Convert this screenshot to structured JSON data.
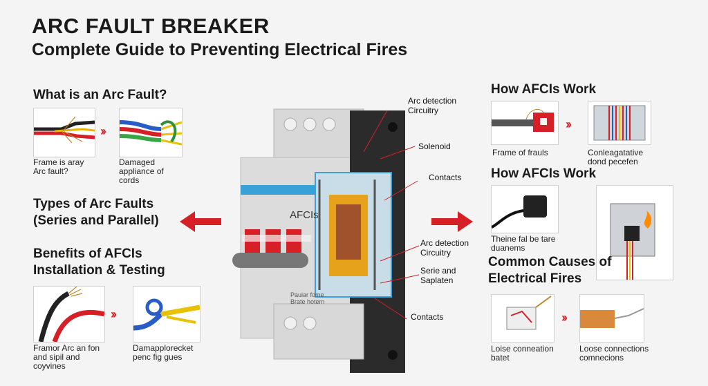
{
  "header": {
    "title": "ARC FAULT BREAKER",
    "subtitle": "Complete Guide to Preventing Electrical Fires"
  },
  "left": {
    "what_heading": "What is an Arc Fault?",
    "what_captions": [
      "Frame is aray\nArc fault?",
      "Damaged\nappliance of\ncords"
    ],
    "types_heading": "Types of Arc Faults\n(Series and Parallel)",
    "benefits_heading": "Benefits of AFCIs\nInstallation & Testing",
    "benefits_captions": [
      "Framor Arc an fon\nand sipil and\ncoyvines",
      "Damapplorecket\npenc fig gues"
    ]
  },
  "center": {
    "device_label": "AFCIs",
    "device_small_text": "Pauiar fome\nBrate hotern",
    "callouts": [
      "Arc detection\nCircuitry",
      "Solenoid",
      "Contacts",
      "Arc detection\nCircuitry",
      "Serie and\nSaplaten",
      "Contacts"
    ]
  },
  "right": {
    "how_heading_1": "How AFCIs Work",
    "how_captions_1": [
      "Frame of frauls",
      "Conleagatative\ndond pecefen"
    ],
    "how_heading_2": "How AFCIs Work",
    "how_caption_2": "Theine fal be tare\nduanems",
    "causes_heading": "Common Causes of\nElectrical Fires",
    "causes_captions": [
      "Loise conneation\nbatet",
      "Loose connections\ncomnecions"
    ]
  },
  "colors": {
    "accent_red": "#d61f26",
    "accent_blue": "#3aa0d8",
    "housing_gray": "#d9d9d9",
    "dark_frame": "#2b2b2b"
  }
}
